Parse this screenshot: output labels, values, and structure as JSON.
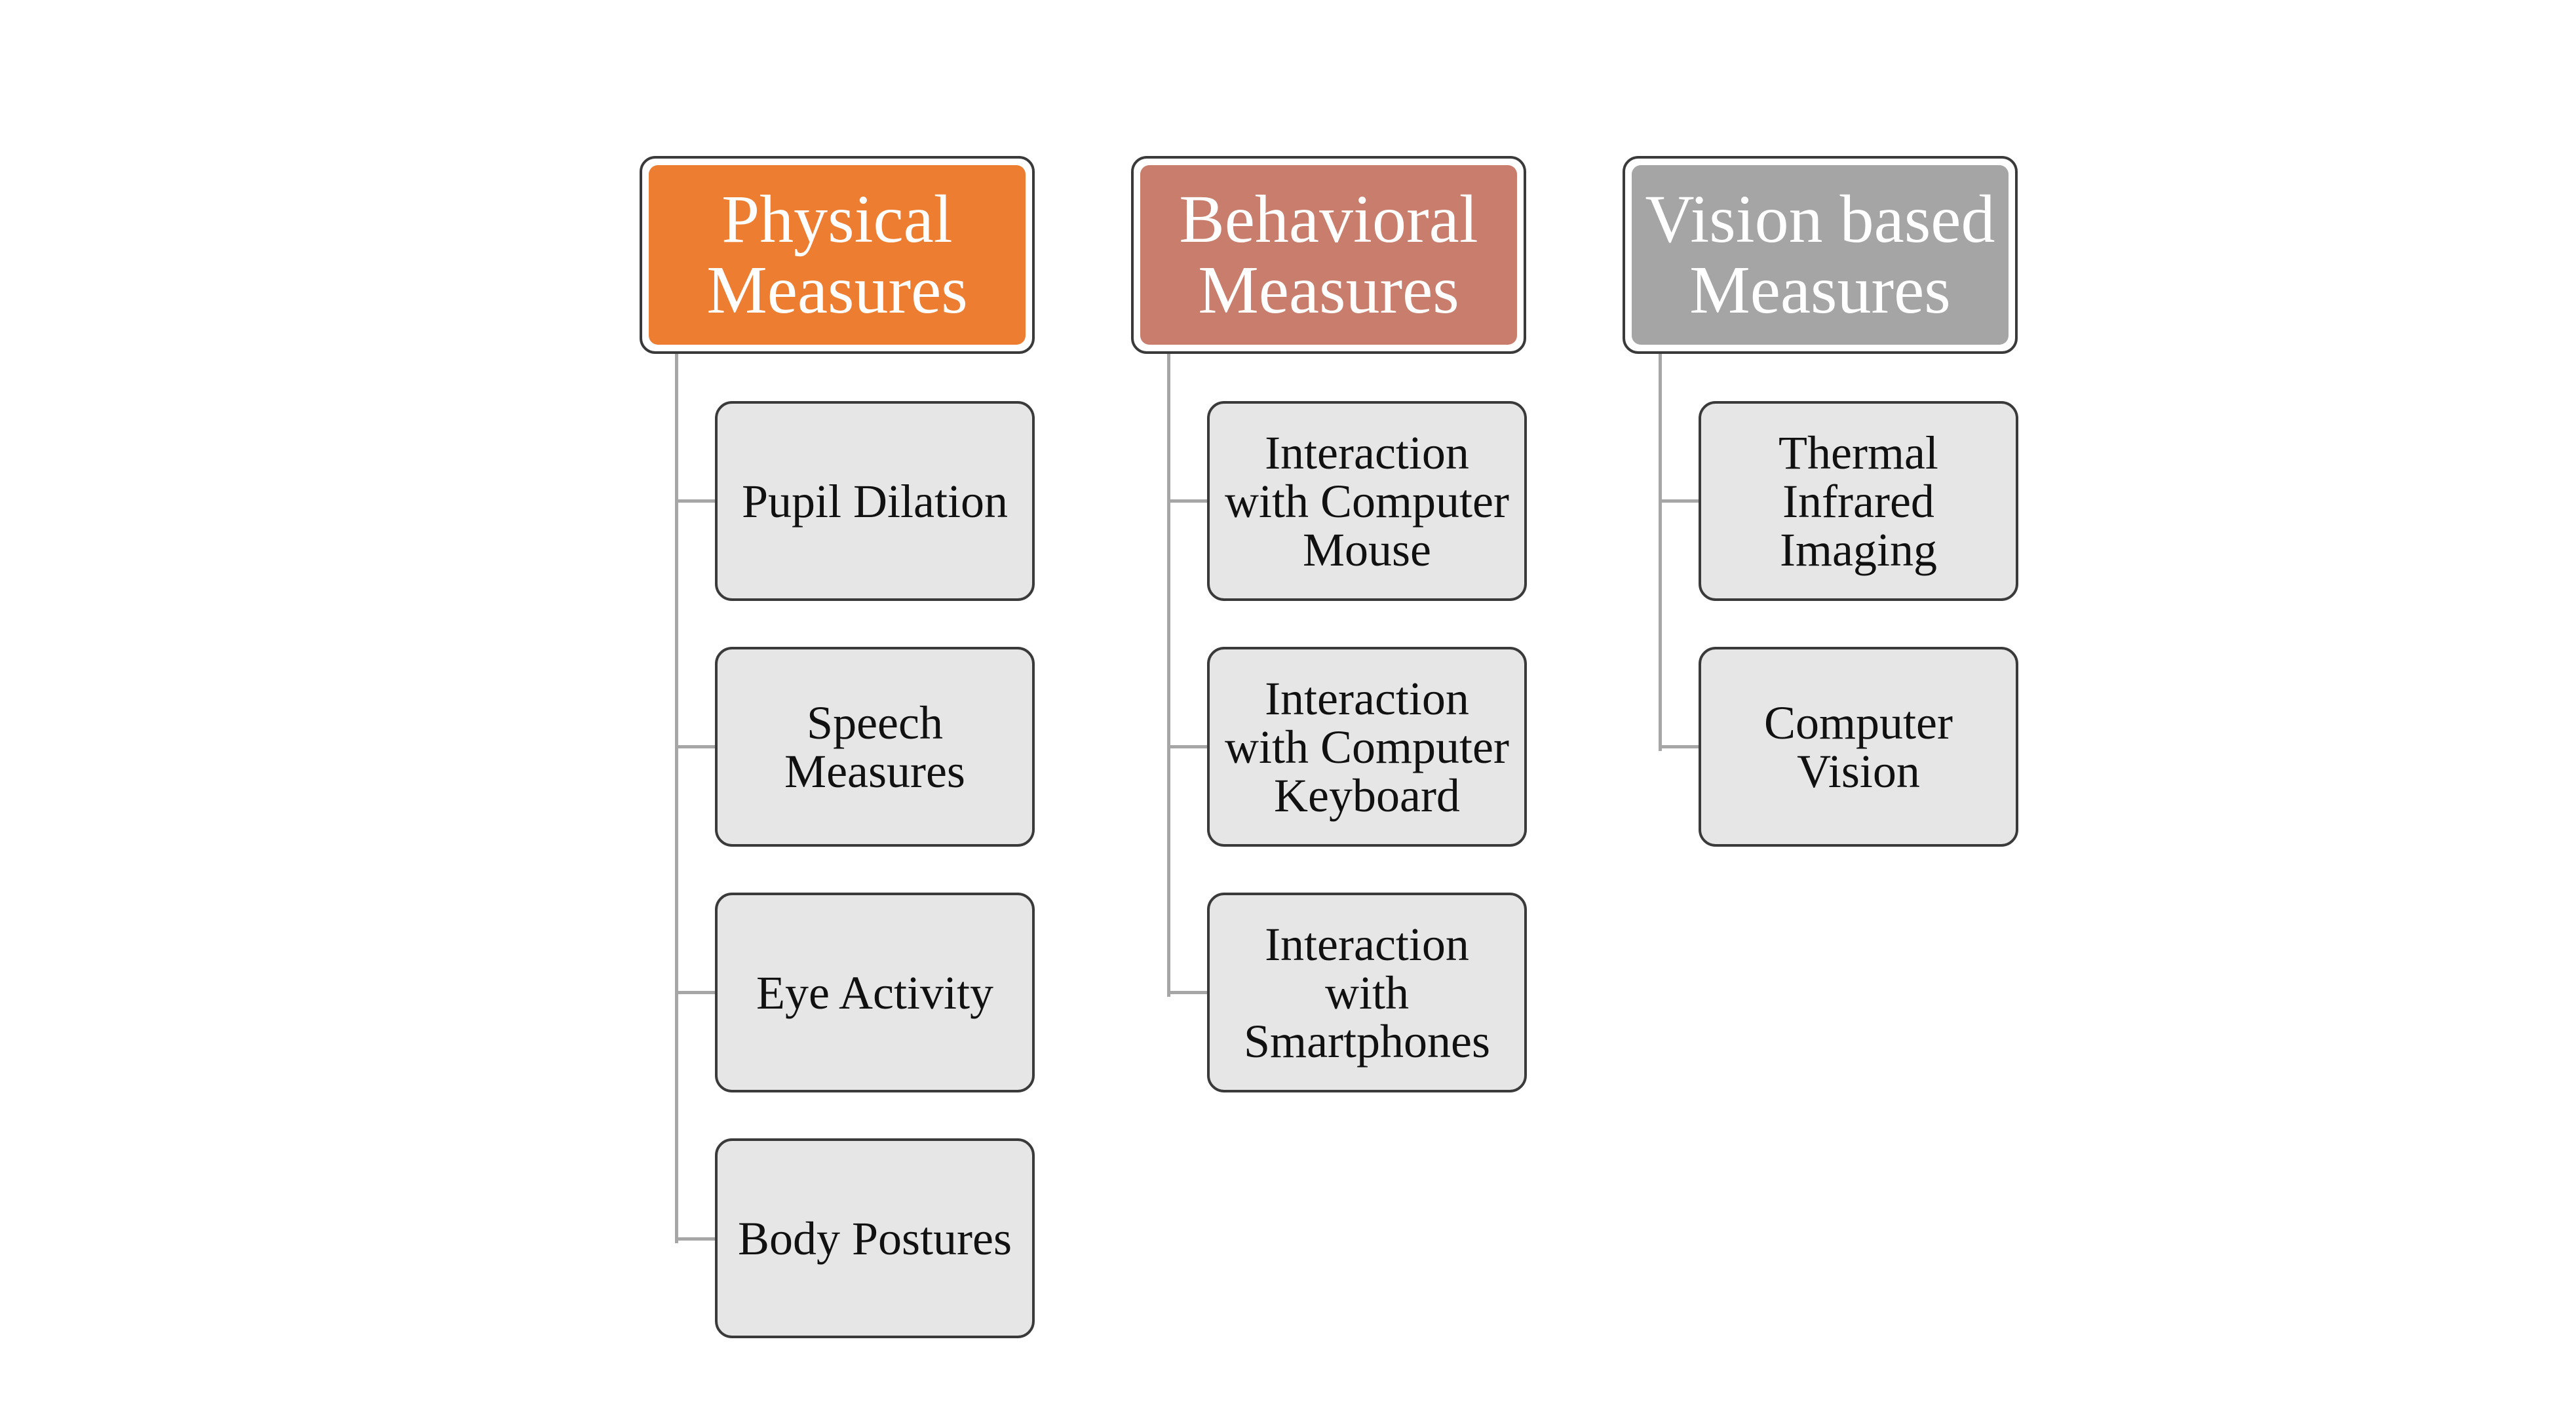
{
  "diagram": {
    "columns": [
      {
        "header": "Physical\nMeasures",
        "color": "#ed7d31",
        "items": [
          "Pupil Dilation",
          "Speech\nMeasures",
          "Eye Activity",
          "Body Postures"
        ]
      },
      {
        "header": "Behavioral\nMeasures",
        "color": "#c97d6c",
        "items": [
          "Interaction\nwith Computer\nMouse",
          "Interaction\nwith Computer\nKeyboard",
          "Interaction\nwith\nSmartphones"
        ]
      },
      {
        "header": "Vision based\nMeasures",
        "color": "#a5a5a5",
        "items": [
          "Thermal\nInfrared\nImaging",
          "Computer\nVision"
        ]
      }
    ]
  }
}
